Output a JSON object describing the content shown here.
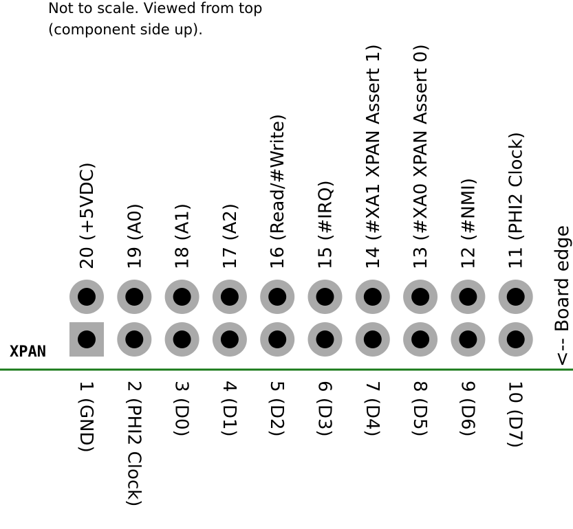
{
  "note": {
    "line1": "Not to scale. Viewed from top",
    "line2": "(component side up)."
  },
  "connector_name": "XPAN",
  "board_edge_label": "<-- Board edge",
  "colors": {
    "pad": "#aaaaaa",
    "hole": "#000000",
    "board_edge": "#1a7a1a",
    "background": "#ffffff"
  },
  "top_row": [
    {
      "label": "20 (+5VDC)"
    },
    {
      "label": "19 (A0)"
    },
    {
      "label": "18 (A1)"
    },
    {
      "label": "17 (A2)"
    },
    {
      "label": "16 (Read/#Write)"
    },
    {
      "label": "15 (#IRQ)"
    },
    {
      "label": "14 (#XA1 XPAN Assert 1)"
    },
    {
      "label": "13 (#XA0 XPAN Assert 0)"
    },
    {
      "label": "12 (#NMI)"
    },
    {
      "label": "11 (PHI2 Clock)"
    }
  ],
  "bottom_row": [
    {
      "label": "1 (GND)",
      "square_pad": true
    },
    {
      "label": "2 (PHI2 Clock)"
    },
    {
      "label": "3 (D0)"
    },
    {
      "label": "4 (D1)"
    },
    {
      "label": "5 (D2)"
    },
    {
      "label": "6 (D3)"
    },
    {
      "label": "7 (D4)"
    },
    {
      "label": "8 (D5)"
    },
    {
      "label": "9 (D6)"
    },
    {
      "label": "10 (D7)"
    }
  ]
}
